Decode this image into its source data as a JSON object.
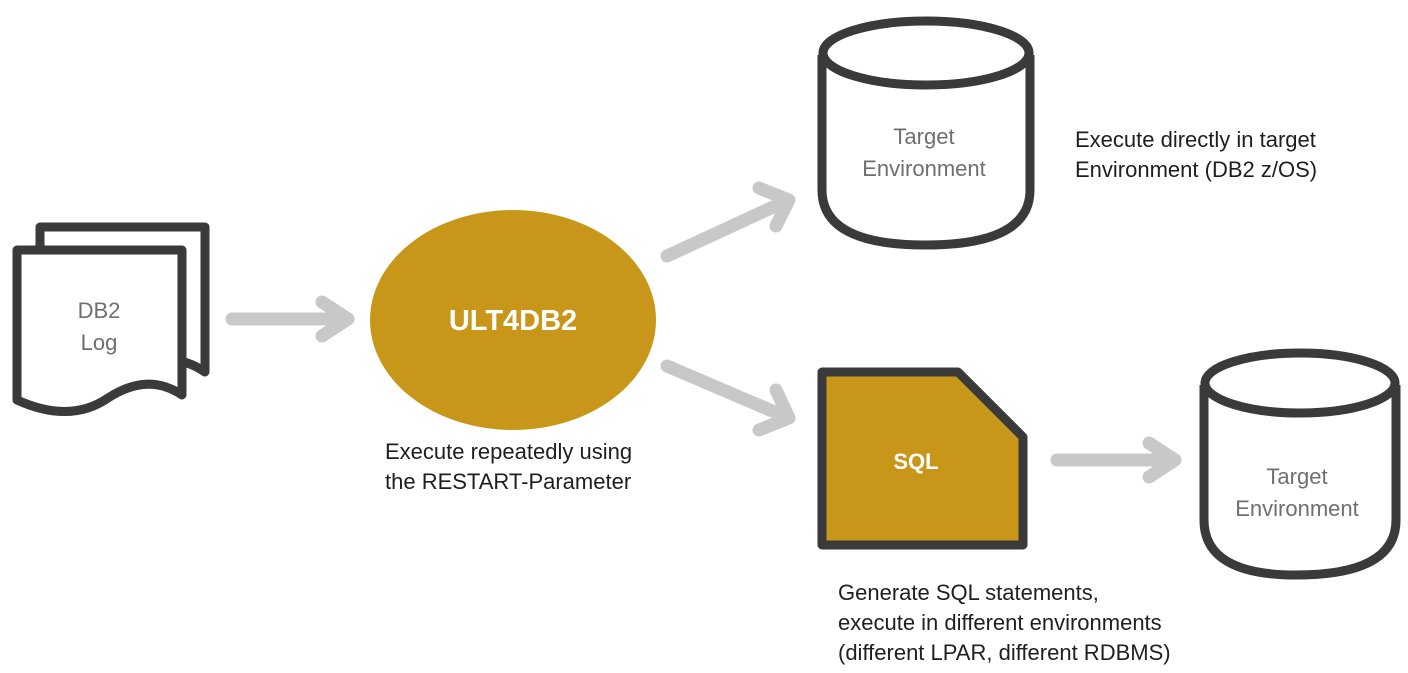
{
  "colors": {
    "outline": "#3a3a3a",
    "arrow": "#c8c8c8",
    "accent": "#c8971a",
    "label_muted": "#6f6f6f",
    "caption": "#1f1f1f"
  },
  "nodes": {
    "log": {
      "lines": [
        "DB2",
        "Log"
      ],
      "icon": "stacked-document-icon"
    },
    "core": {
      "label": "ULT4DB2",
      "icon": "ellipse"
    },
    "target_direct": {
      "lines": [
        "Target",
        "Environment"
      ],
      "icon": "database-cylinder-icon"
    },
    "sql": {
      "label": "SQL",
      "icon": "folded-document-icon"
    },
    "target_sql": {
      "lines": [
        "Target",
        "Environment"
      ],
      "icon": "database-cylinder-icon"
    }
  },
  "captions": {
    "core": [
      "Execute repeatedly using",
      "the RESTART-Parameter"
    ],
    "direct": [
      "Execute directly in target",
      "Environment (DB2 z/OS)"
    ],
    "sql": [
      "Generate SQL statements,",
      "execute in different environments",
      "(different LPAR, different RDBMS)"
    ]
  },
  "edges": [
    {
      "from": "log",
      "to": "core"
    },
    {
      "from": "core",
      "to": "target_direct"
    },
    {
      "from": "core",
      "to": "sql"
    },
    {
      "from": "sql",
      "to": "target_sql"
    }
  ]
}
